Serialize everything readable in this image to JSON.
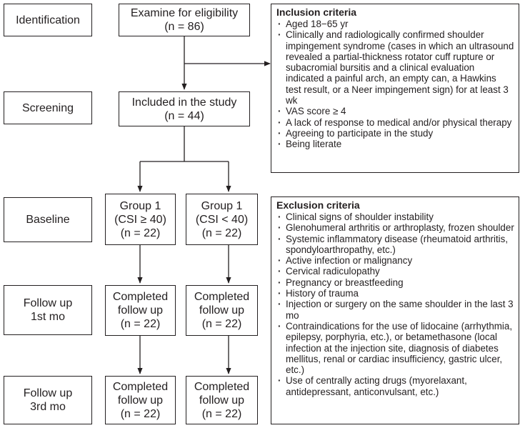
{
  "stages": {
    "identification": "Identification",
    "screening": "Screening",
    "baseline": "Baseline",
    "followup1": [
      "Follow up",
      "1st mo"
    ],
    "followup3": [
      "Follow up",
      "3rd mo"
    ]
  },
  "flow": {
    "eligibility": [
      "Examine for eligibility",
      "(n = 86)"
    ],
    "included": [
      "Included in the study",
      "(n = 44)"
    ],
    "group_a": [
      "Group 1",
      "(CSI ≥ 40)",
      "(n = 22)"
    ],
    "group_b": [
      "Group 1",
      "(CSI < 40)",
      "(n = 22)"
    ],
    "fu1_a": [
      "Completed",
      "follow up",
      "(n = 22)"
    ],
    "fu1_b": [
      "Completed",
      "follow up",
      "(n = 22)"
    ],
    "fu3_a": [
      "Completed",
      "follow up",
      "(n = 22)"
    ],
    "fu3_b": [
      "Completed",
      "follow up",
      "(n = 22)"
    ]
  },
  "inclusion": {
    "title": "Inclusion criteria",
    "items": [
      "Aged 18−65 yr",
      "Clinically and radiologically confirmed shoulder impingement syndrome (cases in which an ultrasound revealed a partial-thickness rotator cuff rupture or subacromial bursitis and a clinical evaluation indicated a painful arch, an empty can, a Hawkins test result, or a Neer impingement sign) for at least 3 wk",
      "VAS score ≥ 4",
      "A lack of response to medical and/or physical therapy",
      "Agreeing to participate in the study",
      "Being literate"
    ]
  },
  "exclusion": {
    "title": "Exclusion criteria",
    "items": [
      "Clinical signs of shoulder instability",
      "Glenohumeral arthritis or arthroplasty, frozen shoulder",
      "Systemic inflammatory disease (rheumatoid arthritis, spondyloarthropathy, etc.)",
      "Active infection or malignancy",
      "Cervical radiculopathy",
      "Pregnancy or breastfeeding",
      "History of trauma",
      "Injection or surgery on the same shoulder in the last 3 mo",
      "Contraindications for the use of lidocaine (arrhythmia, epilepsy, porphyria, etc.), or betamethasone (local infection at the injection site, diagnosis of diabetes mellitus, renal or cardiac insufficiency, gastric ulcer, etc.)",
      "Use of centrally acting drugs (myorelaxant, antidepressant, anticonvulsant, etc.)"
    ]
  }
}
